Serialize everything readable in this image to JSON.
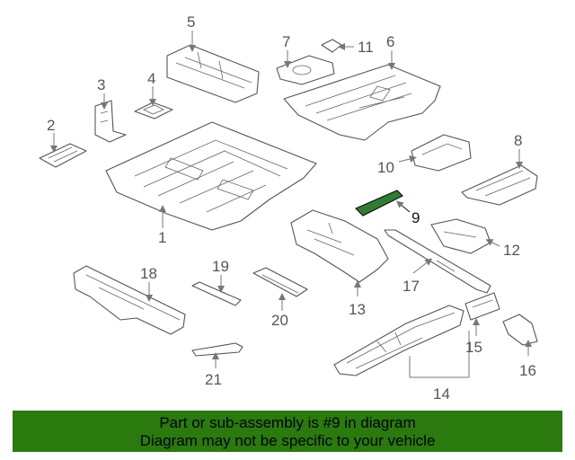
{
  "labels": {
    "l1": "1",
    "l2": "2",
    "l3": "3",
    "l4": "4",
    "l5": "5",
    "l6": "6",
    "l7": "7",
    "l8": "8",
    "l9": "9",
    "l10": "10",
    "l11": "11",
    "l12": "12",
    "l13": "13",
    "l14": "14",
    "l15": "15",
    "l16": "16",
    "l17": "17",
    "l18": "18",
    "l19": "19",
    "l20": "20",
    "l21": "21"
  },
  "highlight_part": "9",
  "colors": {
    "banner": "#2a7a0e",
    "highlight": "#2e7d32"
  },
  "footer": {
    "line1": "Part or sub-assembly is #9 in diagram",
    "line2": "Diagram may not be specific to your vehicle"
  }
}
